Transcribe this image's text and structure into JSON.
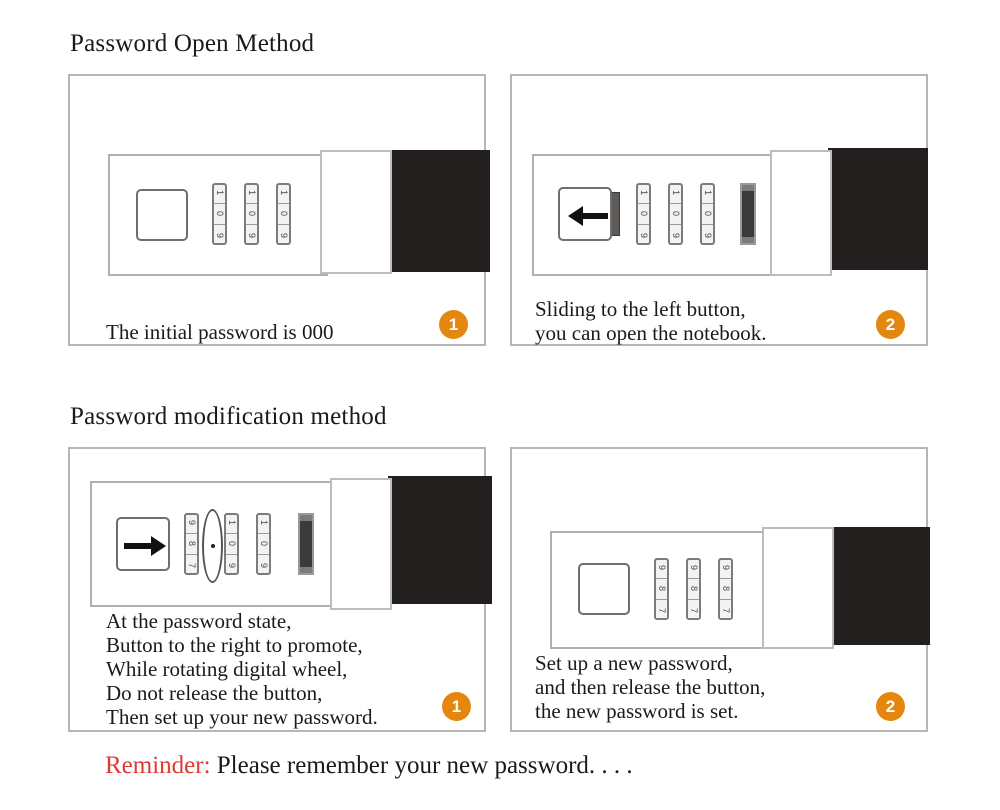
{
  "sections": {
    "open_method_title": "Password Open Method",
    "modification_title": "Password modification method"
  },
  "panels": [
    {
      "id": "panel-1",
      "badge": "1",
      "caption_lines": [
        "The initial password is 000"
      ],
      "dials": [
        [
          "1",
          "0",
          "9"
        ],
        [
          "1",
          "0",
          "9"
        ],
        [
          "1",
          "0",
          "9"
        ]
      ],
      "button_arrow": "none",
      "has_slider": false
    },
    {
      "id": "panel-2",
      "badge": "2",
      "caption_lines": [
        "Sliding to the left button,",
        "you can open the notebook."
      ],
      "dials": [
        [
          "1",
          "0",
          "9"
        ],
        [
          "1",
          "0",
          "9"
        ],
        [
          "1",
          "0",
          "9"
        ]
      ],
      "button_arrow": "left",
      "has_slider": true
    },
    {
      "id": "panel-3",
      "badge": "1",
      "caption_lines": [
        "At the password state,",
        "Button to the right to promote,",
        "While rotating digital wheel,",
        "Do not release the button,",
        "Then set up your new password."
      ],
      "dials": [
        [
          "9",
          "8",
          "7"
        ],
        [
          "1",
          "0",
          "9"
        ],
        [
          "1",
          "0",
          "9"
        ]
      ],
      "button_arrow": "right",
      "has_slider": true
    },
    {
      "id": "panel-4",
      "badge": "2",
      "caption_lines": [
        "Set up a new password,",
        "and then release the button,",
        "the new password is set."
      ],
      "dials": [
        [
          "9",
          "8",
          "7"
        ],
        [
          "9",
          "8",
          "7"
        ],
        [
          "9",
          "8",
          "7"
        ]
      ],
      "button_arrow": "none",
      "has_slider": false
    }
  ],
  "reminder": {
    "label": "Reminder:",
    "text": "Please remember your new password. . . ."
  },
  "colors": {
    "badge_orange": "#e3870f",
    "reminder_red": "#e03a30",
    "lock_black": "#231f1e",
    "panel_border": "#b6b6b6"
  }
}
